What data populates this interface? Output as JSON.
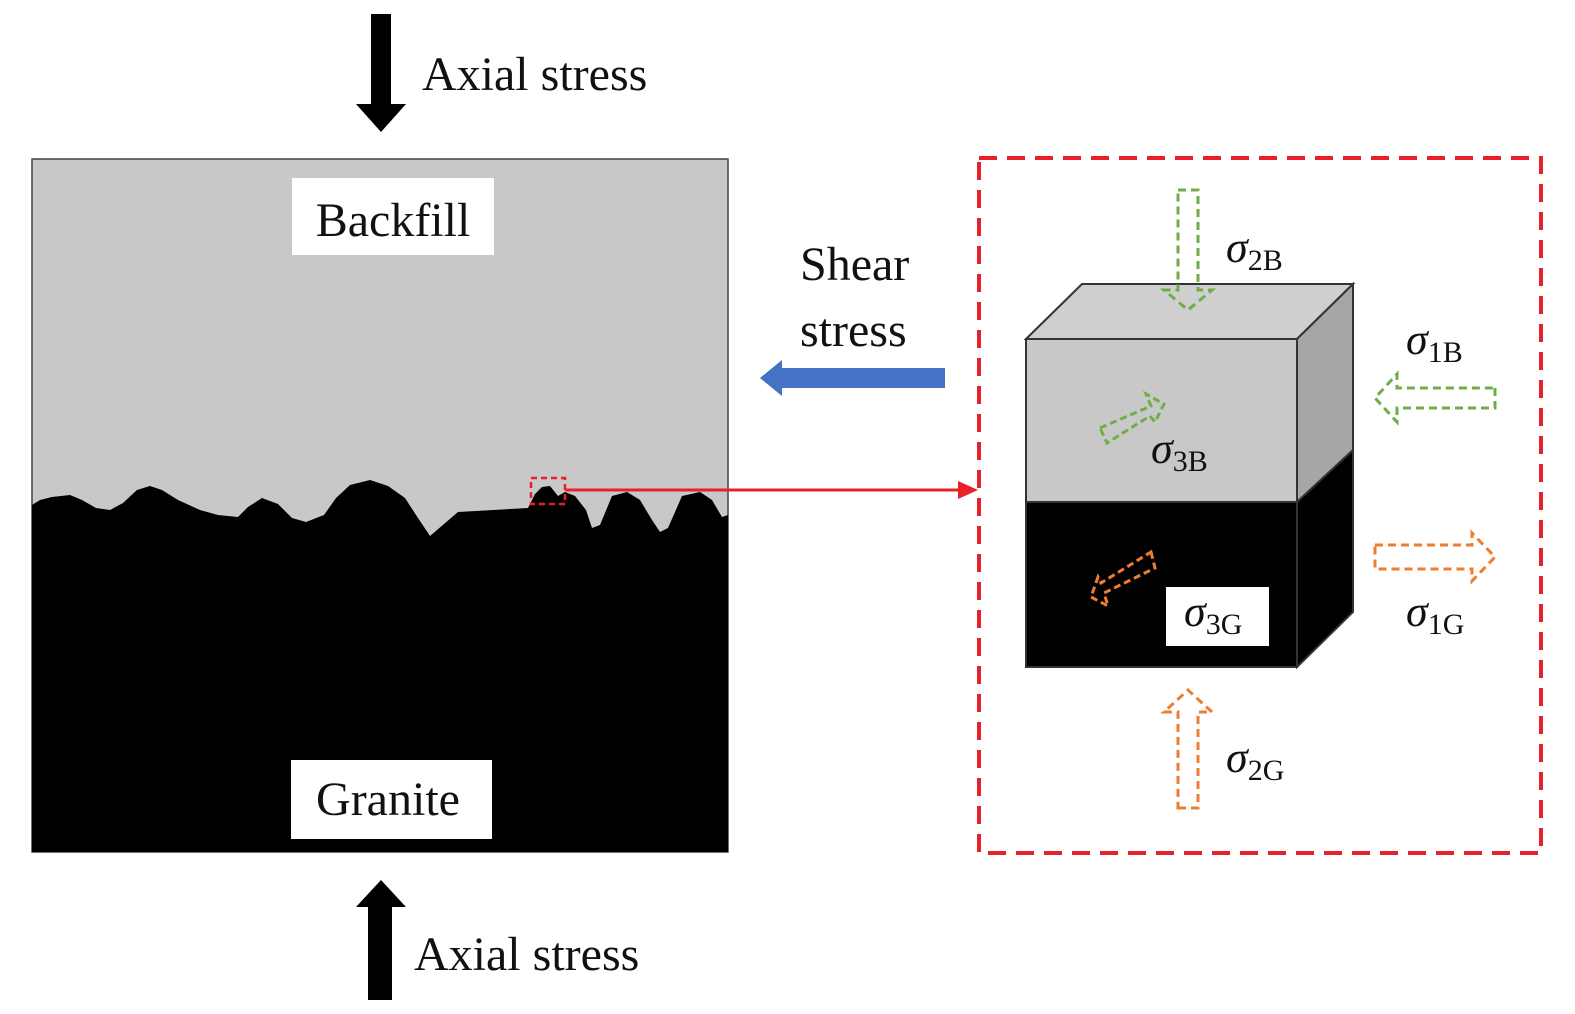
{
  "labels": {
    "axial_top": "Axial stress",
    "axial_bottom": "Axial stress",
    "backfill": "Backfill",
    "granite": "Granite",
    "shear_line1": "Shear",
    "shear_line2": "stress"
  },
  "stresses": {
    "s2B": {
      "sym": "σ",
      "sub": "2B"
    },
    "s1B": {
      "sym": "σ",
      "sub": "1B"
    },
    "s3B": {
      "sym": "σ",
      "sub": "3B"
    },
    "s3G": {
      "sym": "σ",
      "sub": "3G"
    },
    "s1G": {
      "sym": "σ",
      "sub": "1G"
    },
    "s2G": {
      "sym": "σ",
      "sub": "2G"
    }
  },
  "colors": {
    "backfill": "#c8c8c8",
    "granite": "#000000",
    "detail_frame": "#e8202a",
    "shear_arrow": "#4472c4",
    "backfill_stress": "#70ad47",
    "granite_stress": "#ed7d31",
    "block_side": "#a6a6a6"
  }
}
